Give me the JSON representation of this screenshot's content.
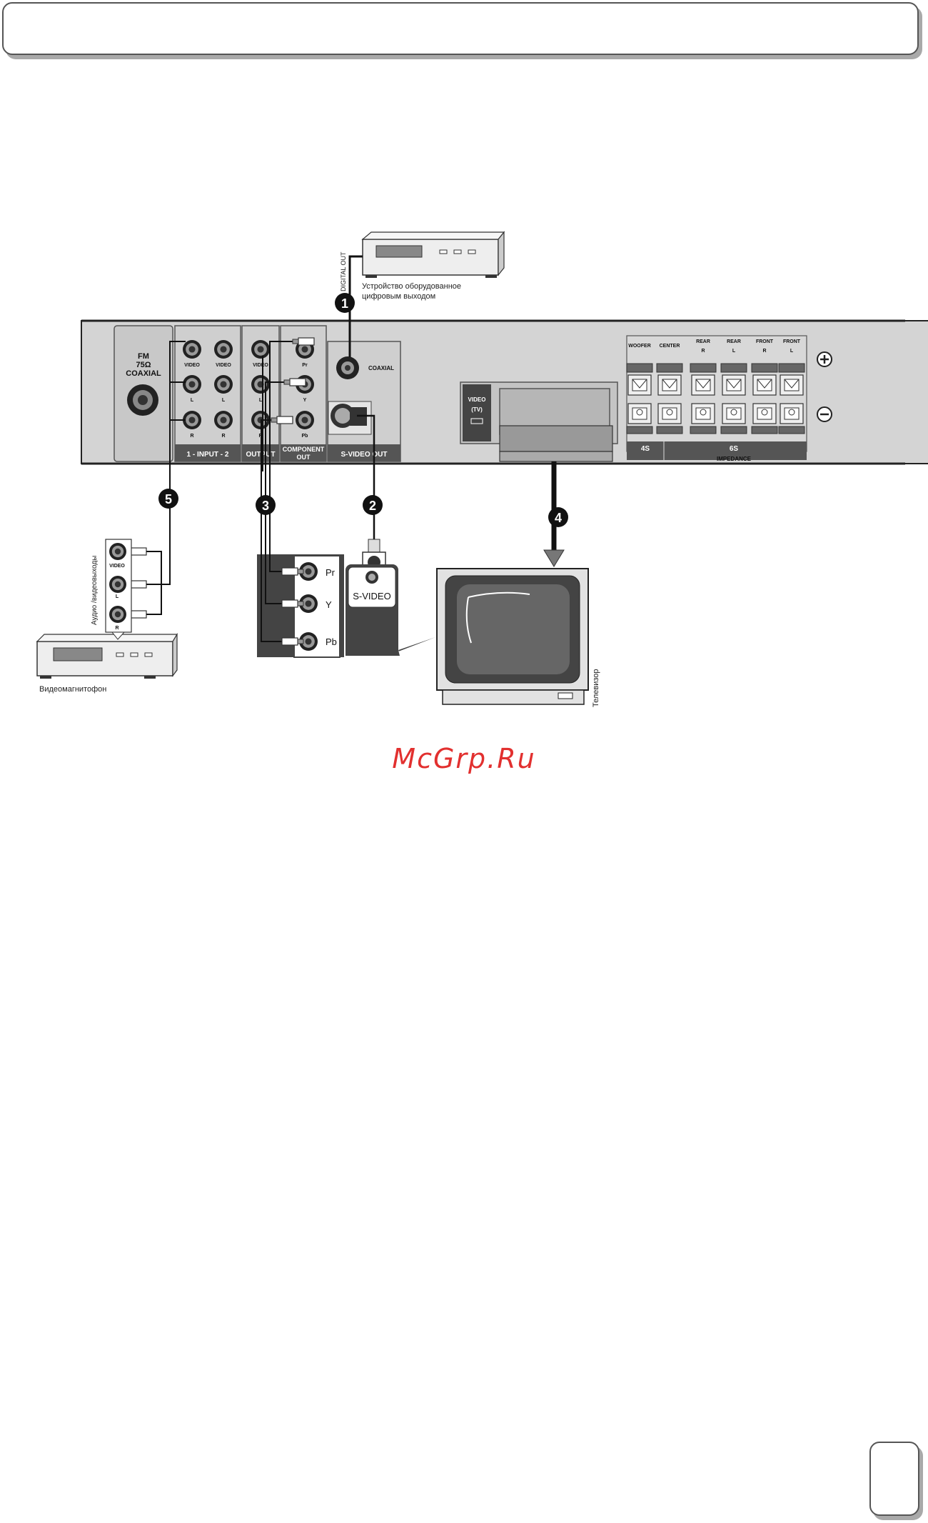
{
  "watermark": "McGrp.Ru",
  "numbers": [
    "1",
    "2",
    "3",
    "4",
    "5"
  ],
  "panel": {
    "fm": [
      "FM",
      "75Ω",
      "COAXIAL"
    ],
    "input_video1": "VIDEO",
    "input_video2": "VIDEO",
    "input_l1": "L",
    "input_l2": "L",
    "input_r1": "R",
    "input_r2": "R",
    "input_label": "1 - INPUT - 2",
    "output_video": "VIDEO",
    "output_l": "L",
    "output_r": "R",
    "output_label": "OUTPUT",
    "comp_pr": "Pr",
    "comp_y": "Y",
    "comp_pb": "Pb",
    "component_label": [
      "COMPONENT",
      "OUT"
    ],
    "coaxial": "COAXIAL",
    "svideo_out": "S-VIDEO OUT",
    "scart": [
      "VIDEO",
      "(TV)"
    ],
    "speakers": [
      [
        "WOOFER",
        ""
      ],
      [
        "CENTER",
        ""
      ],
      [
        "REAR",
        "R"
      ],
      [
        "REAR",
        "L"
      ],
      [
        "FRONT",
        "R"
      ],
      [
        "FRONT",
        "L"
      ]
    ],
    "impedance_4s": "4S",
    "impedance_6s": "6S",
    "impedance": "IMPEDANCE"
  },
  "devices": {
    "digital_out": "DIGITAL OUT",
    "digital_device": [
      "Устройство оборудованное",
      "цифровым выходом"
    ],
    "vcr_av_out": "Аудио /видеовыходы",
    "vcr_video": "VIDEO",
    "vcr_l": "L",
    "vcr_r": "R",
    "vcr": "Видеомагнитофон",
    "svideo": "S-VIDEO",
    "tv_pr": "Pr",
    "tv_y": "Y",
    "tv_pb": "Pb",
    "tv": "Телевизор"
  }
}
